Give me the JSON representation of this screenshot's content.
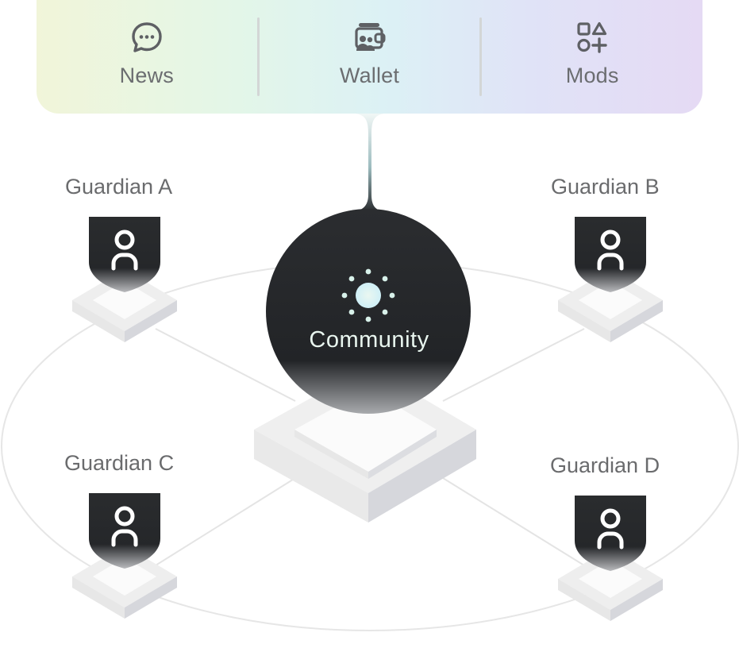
{
  "tabs": [
    {
      "label": "News",
      "icon": "chat-bubble-icon"
    },
    {
      "label": "Wallet",
      "icon": "wallet-icon"
    },
    {
      "label": "Mods",
      "icon": "shapes-icon"
    }
  ],
  "community": {
    "label": "Community",
    "icon": "sun-icon"
  },
  "guardians": [
    {
      "label": "Guardian A",
      "icon": "user-shield-icon"
    },
    {
      "label": "Guardian B",
      "icon": "user-shield-icon"
    },
    {
      "label": "Guardian C",
      "icon": "user-shield-icon"
    },
    {
      "label": "Guardian D",
      "icon": "user-shield-icon"
    }
  ],
  "colors": {
    "shield": "#2a2c2e",
    "platform": "#eeeeee",
    "orbit": "#e6e6e6",
    "label_text": "#6a6b6d"
  }
}
